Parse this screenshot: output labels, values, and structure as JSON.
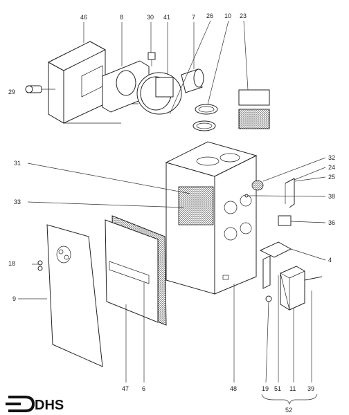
{
  "logo": {
    "text": "DHS"
  },
  "labels": {
    "l46": "46",
    "l8": "8",
    "l30": "30",
    "l41": "41",
    "l7": "7",
    "l26": "26",
    "l10": "10",
    "l23": "23",
    "l29": "29",
    "l32": "32",
    "l24": "24",
    "l25": "25",
    "l31": "31",
    "l38": "38",
    "l33": "33",
    "l36": "36",
    "l18": "18",
    "l4": "4",
    "l9": "9",
    "l47": "47",
    "l6": "6",
    "l48": "48",
    "l19": "19",
    "l51": "51",
    "l11": "11",
    "l39": "39",
    "l52": "52"
  }
}
